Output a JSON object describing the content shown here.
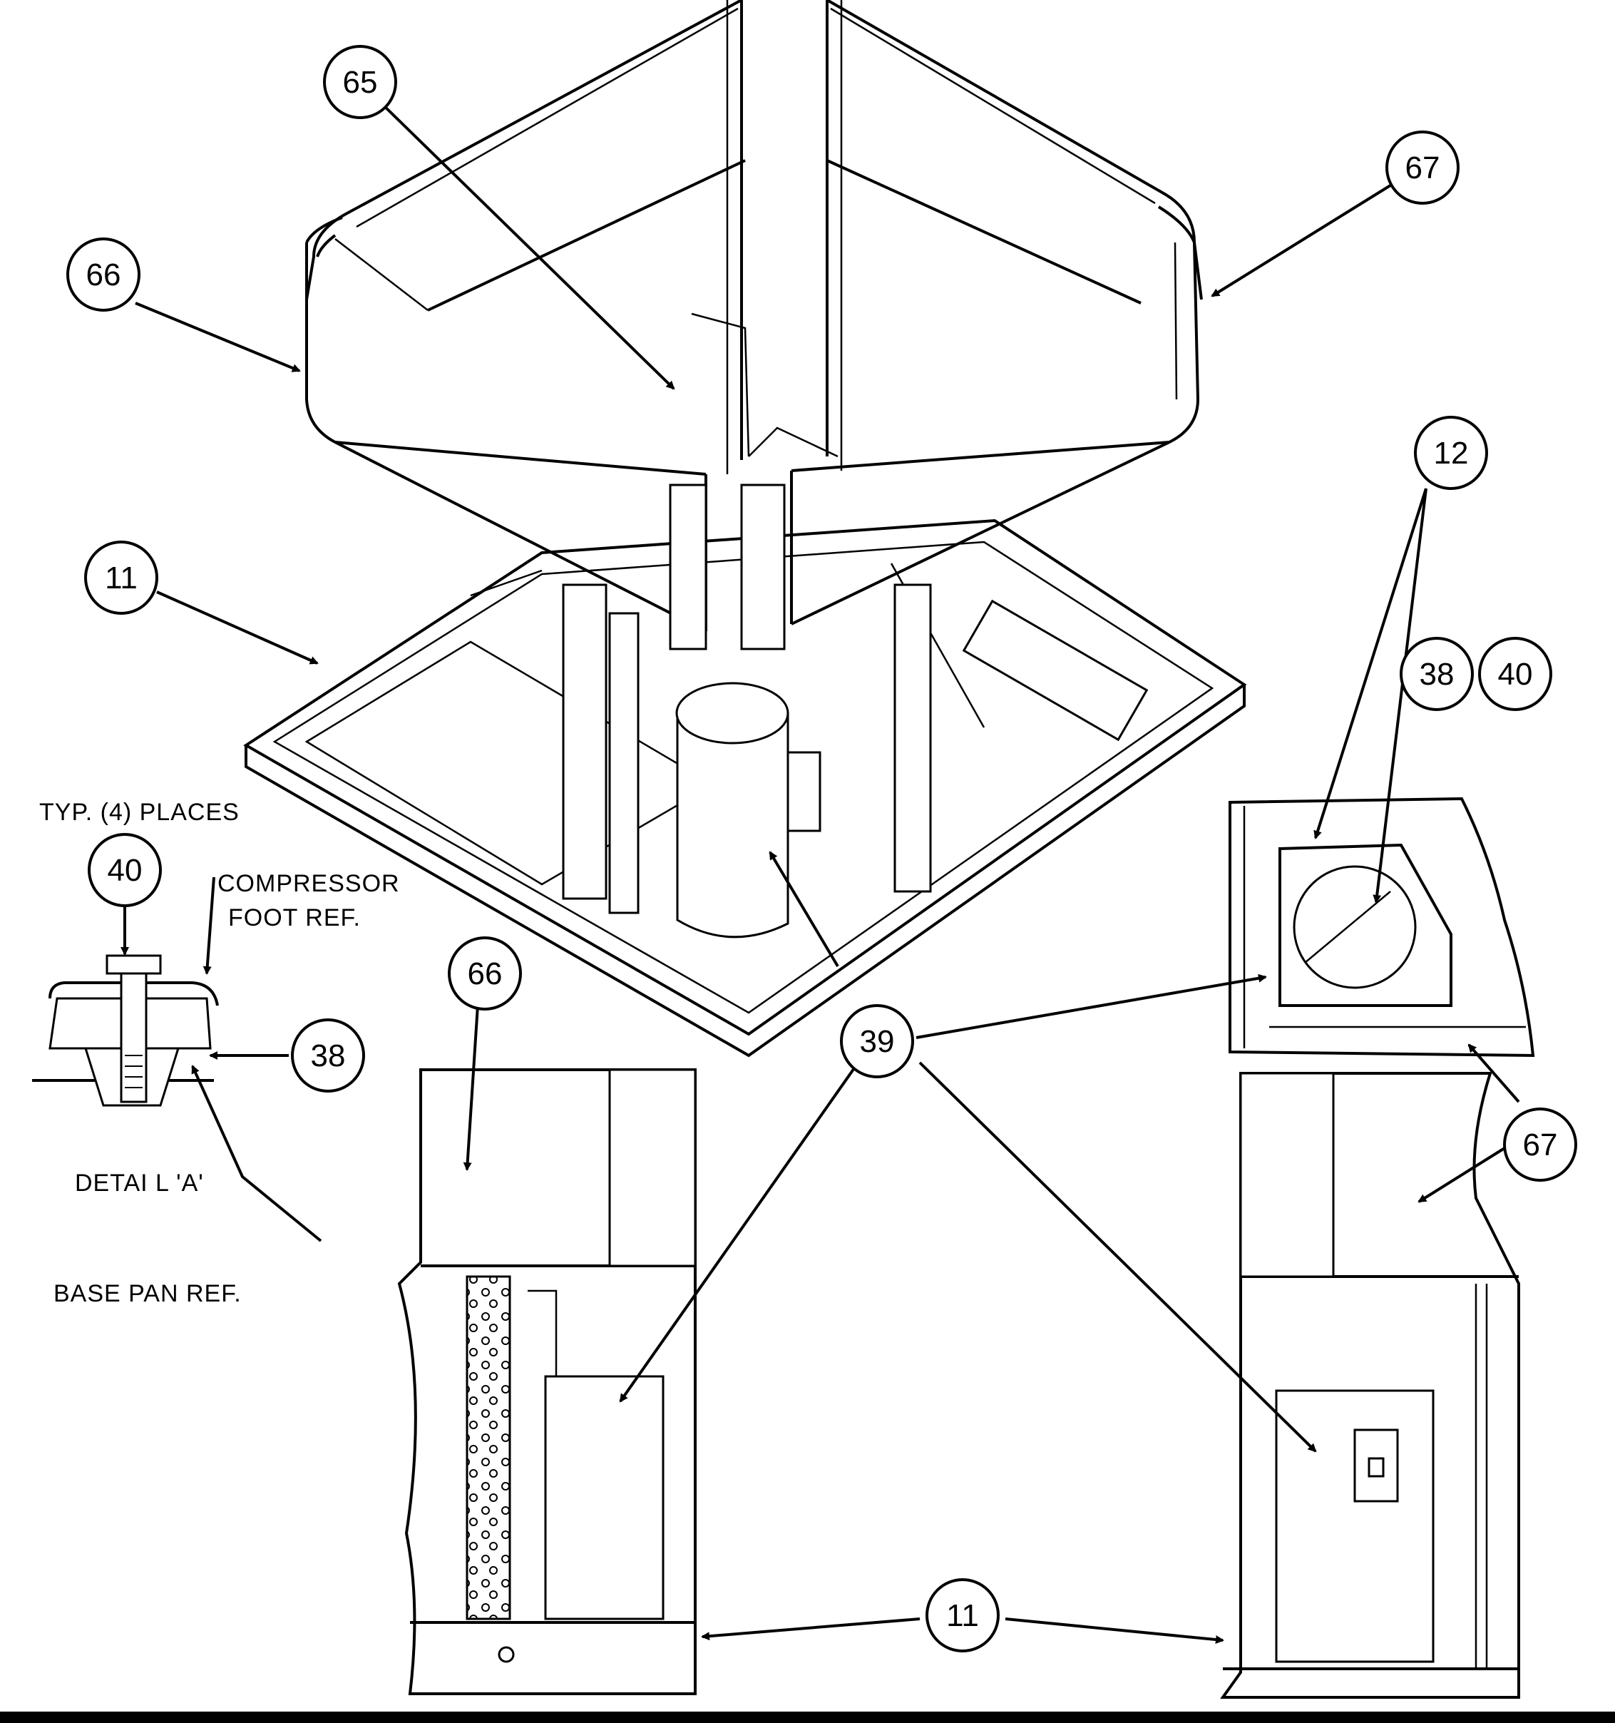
{
  "diagram": {
    "callouts": {
      "c65": "65",
      "c67_top": "67",
      "c66_top": "66",
      "c12": "12",
      "c11_top": "11",
      "c38_right": "38",
      "c40_right": "40",
      "c40_detail": "40",
      "c38_detail": "38",
      "c66_bottom": "66",
      "c39": "39",
      "c67_bottom": "67",
      "c11_bottom": "11"
    },
    "notes": {
      "typ_places": "TYP. (4) PLACES",
      "compressor_foot_line1": "COMPRESSOR",
      "compressor_foot_line2": "FOOT REF.",
      "detail_a": "DETAI L 'A'",
      "base_pan": "BASE PAN REF."
    }
  }
}
